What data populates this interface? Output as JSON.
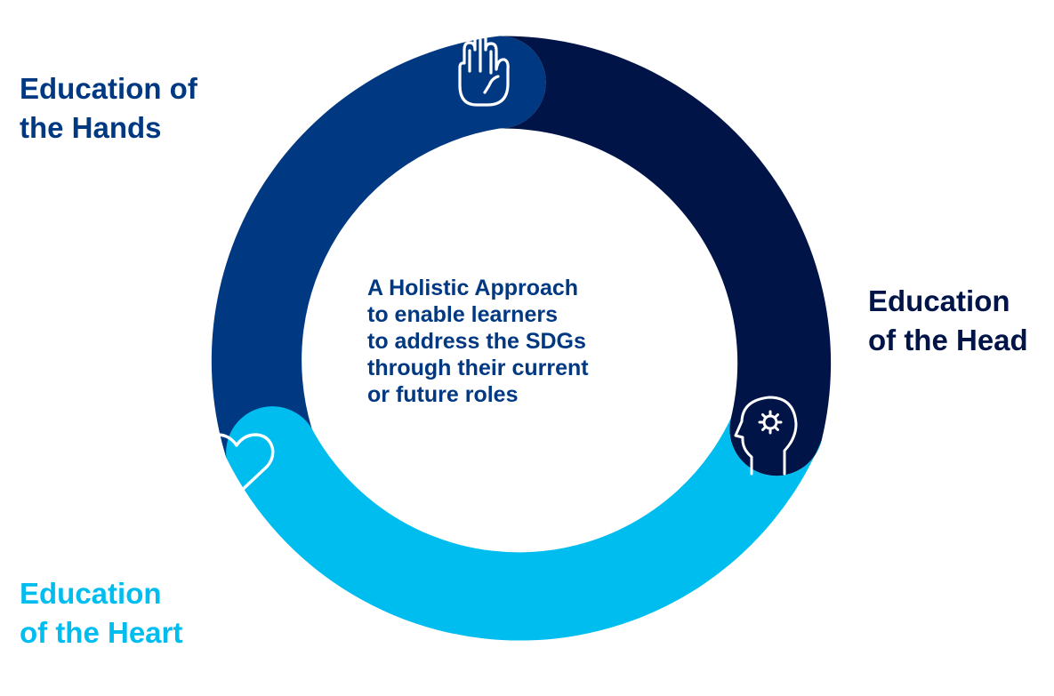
{
  "diagram": {
    "center_text": [
      "A Holistic Approach",
      "to enable learners",
      "to address the SDGs",
      "through their current",
      "or future roles"
    ],
    "segments": [
      {
        "id": "hands",
        "label_lines": [
          "Education of",
          "the Hands"
        ],
        "icon": "hand-icon",
        "color": "#003882"
      },
      {
        "id": "head",
        "label_lines": [
          "Education",
          "of the Head"
        ],
        "icon": "head-gear-icon",
        "color": "#001448"
      },
      {
        "id": "heart",
        "label_lines": [
          "Education",
          "of the Heart"
        ],
        "icon": "heart-icon",
        "color": "#00bdf0"
      }
    ]
  }
}
